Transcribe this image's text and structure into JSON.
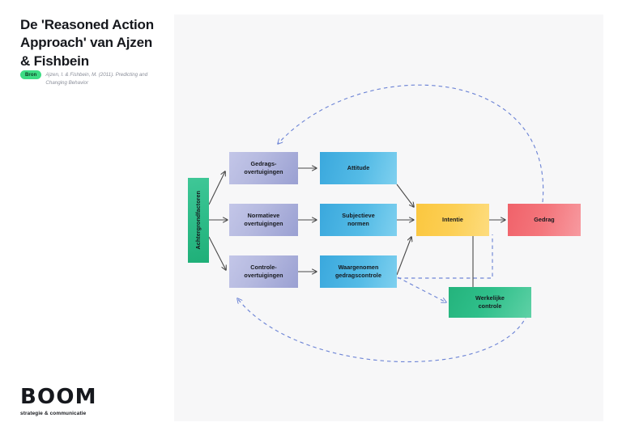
{
  "title": "De 'Reasoned Action\nApproach' van Ajzen\n& Fishbein",
  "source": {
    "badge": "Bron",
    "citation": "Ajzen, I. & Fishbein, M. (2011). Predicting and Changing Behavior"
  },
  "logo": {
    "wordmark": "BOOM",
    "tagline": "strategie & communicatie"
  },
  "diagram": {
    "nodes": [
      {
        "id": "achtergrondfactoren",
        "label": "Achtergrondfactoren",
        "color": "#2fbd8a"
      },
      {
        "id": "gedragsovertuigingen",
        "label": "Gedrags-\novertuigingen",
        "color": "#b6bae0"
      },
      {
        "id": "normatieve-overtuigingen",
        "label": "Normatieve\novertuigingen",
        "color": "#b6bae0"
      },
      {
        "id": "controle-overtuigingen",
        "label": "Controle-\novertuigingen",
        "color": "#b6bae0"
      },
      {
        "id": "attitude",
        "label": "Attitude",
        "color": "#54bbe6"
      },
      {
        "id": "subjectieve-normen",
        "label": "Subjectieve\nnormen",
        "color": "#54bbe6"
      },
      {
        "id": "waargenomen-gedragscontrole",
        "label": "Waargenomen\ngedragscontrole",
        "color": "#54bbe6"
      },
      {
        "id": "intentie",
        "label": "Intentie",
        "color": "#fccf55"
      },
      {
        "id": "gedrag",
        "label": "Gedrag",
        "color": "#f4767c"
      },
      {
        "id": "werkelijke-controle",
        "label": "Werkelijke\ncontrole",
        "color": "#2fbf8a"
      }
    ],
    "arrow_color": "#4a4a4a",
    "dashed_color": "#6f86d6",
    "panel_background": "#f7f7f8"
  }
}
